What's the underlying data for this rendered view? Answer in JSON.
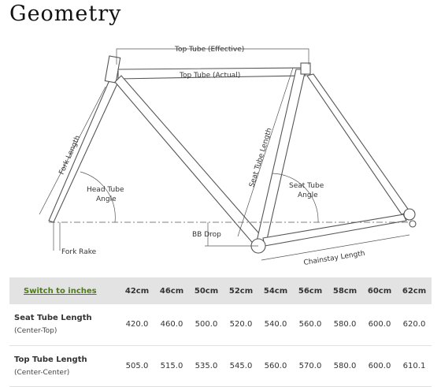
{
  "title": "Geometry",
  "diagram_labels": {
    "top_tube_effective": "Top Tube (Effective)",
    "top_tube_actual": "Top Tube (Actual)",
    "fork_length": "Fork Length",
    "head_tube_angle_1": "Head Tube",
    "head_tube_angle_2": "Angle",
    "seat_tube_length": "Seat Tube Length",
    "seat_tube_angle_1": "Seat Tube",
    "seat_tube_angle_2": "Angle",
    "bb_drop": "BB Drop",
    "fork_rake": "Fork Rake",
    "chainstay_length": "Chainstay Length"
  },
  "table": {
    "switch_label": "Switch to inches",
    "sizes": [
      "42cm",
      "46cm",
      "50cm",
      "52cm",
      "54cm",
      "56cm",
      "58cm",
      "60cm",
      "62cm"
    ],
    "rows": [
      {
        "label": "Seat Tube Length",
        "sub": "(Center-Top)",
        "values": [
          "420.0",
          "460.0",
          "500.0",
          "520.0",
          "540.0",
          "560.0",
          "580.0",
          "600.0",
          "620.0"
        ]
      },
      {
        "label": "Top Tube Length",
        "sub": "(Center-Center)",
        "values": [
          "505.0",
          "515.0",
          "535.0",
          "545.0",
          "560.0",
          "570.0",
          "580.0",
          "600.0",
          "610.1"
        ]
      }
    ]
  }
}
